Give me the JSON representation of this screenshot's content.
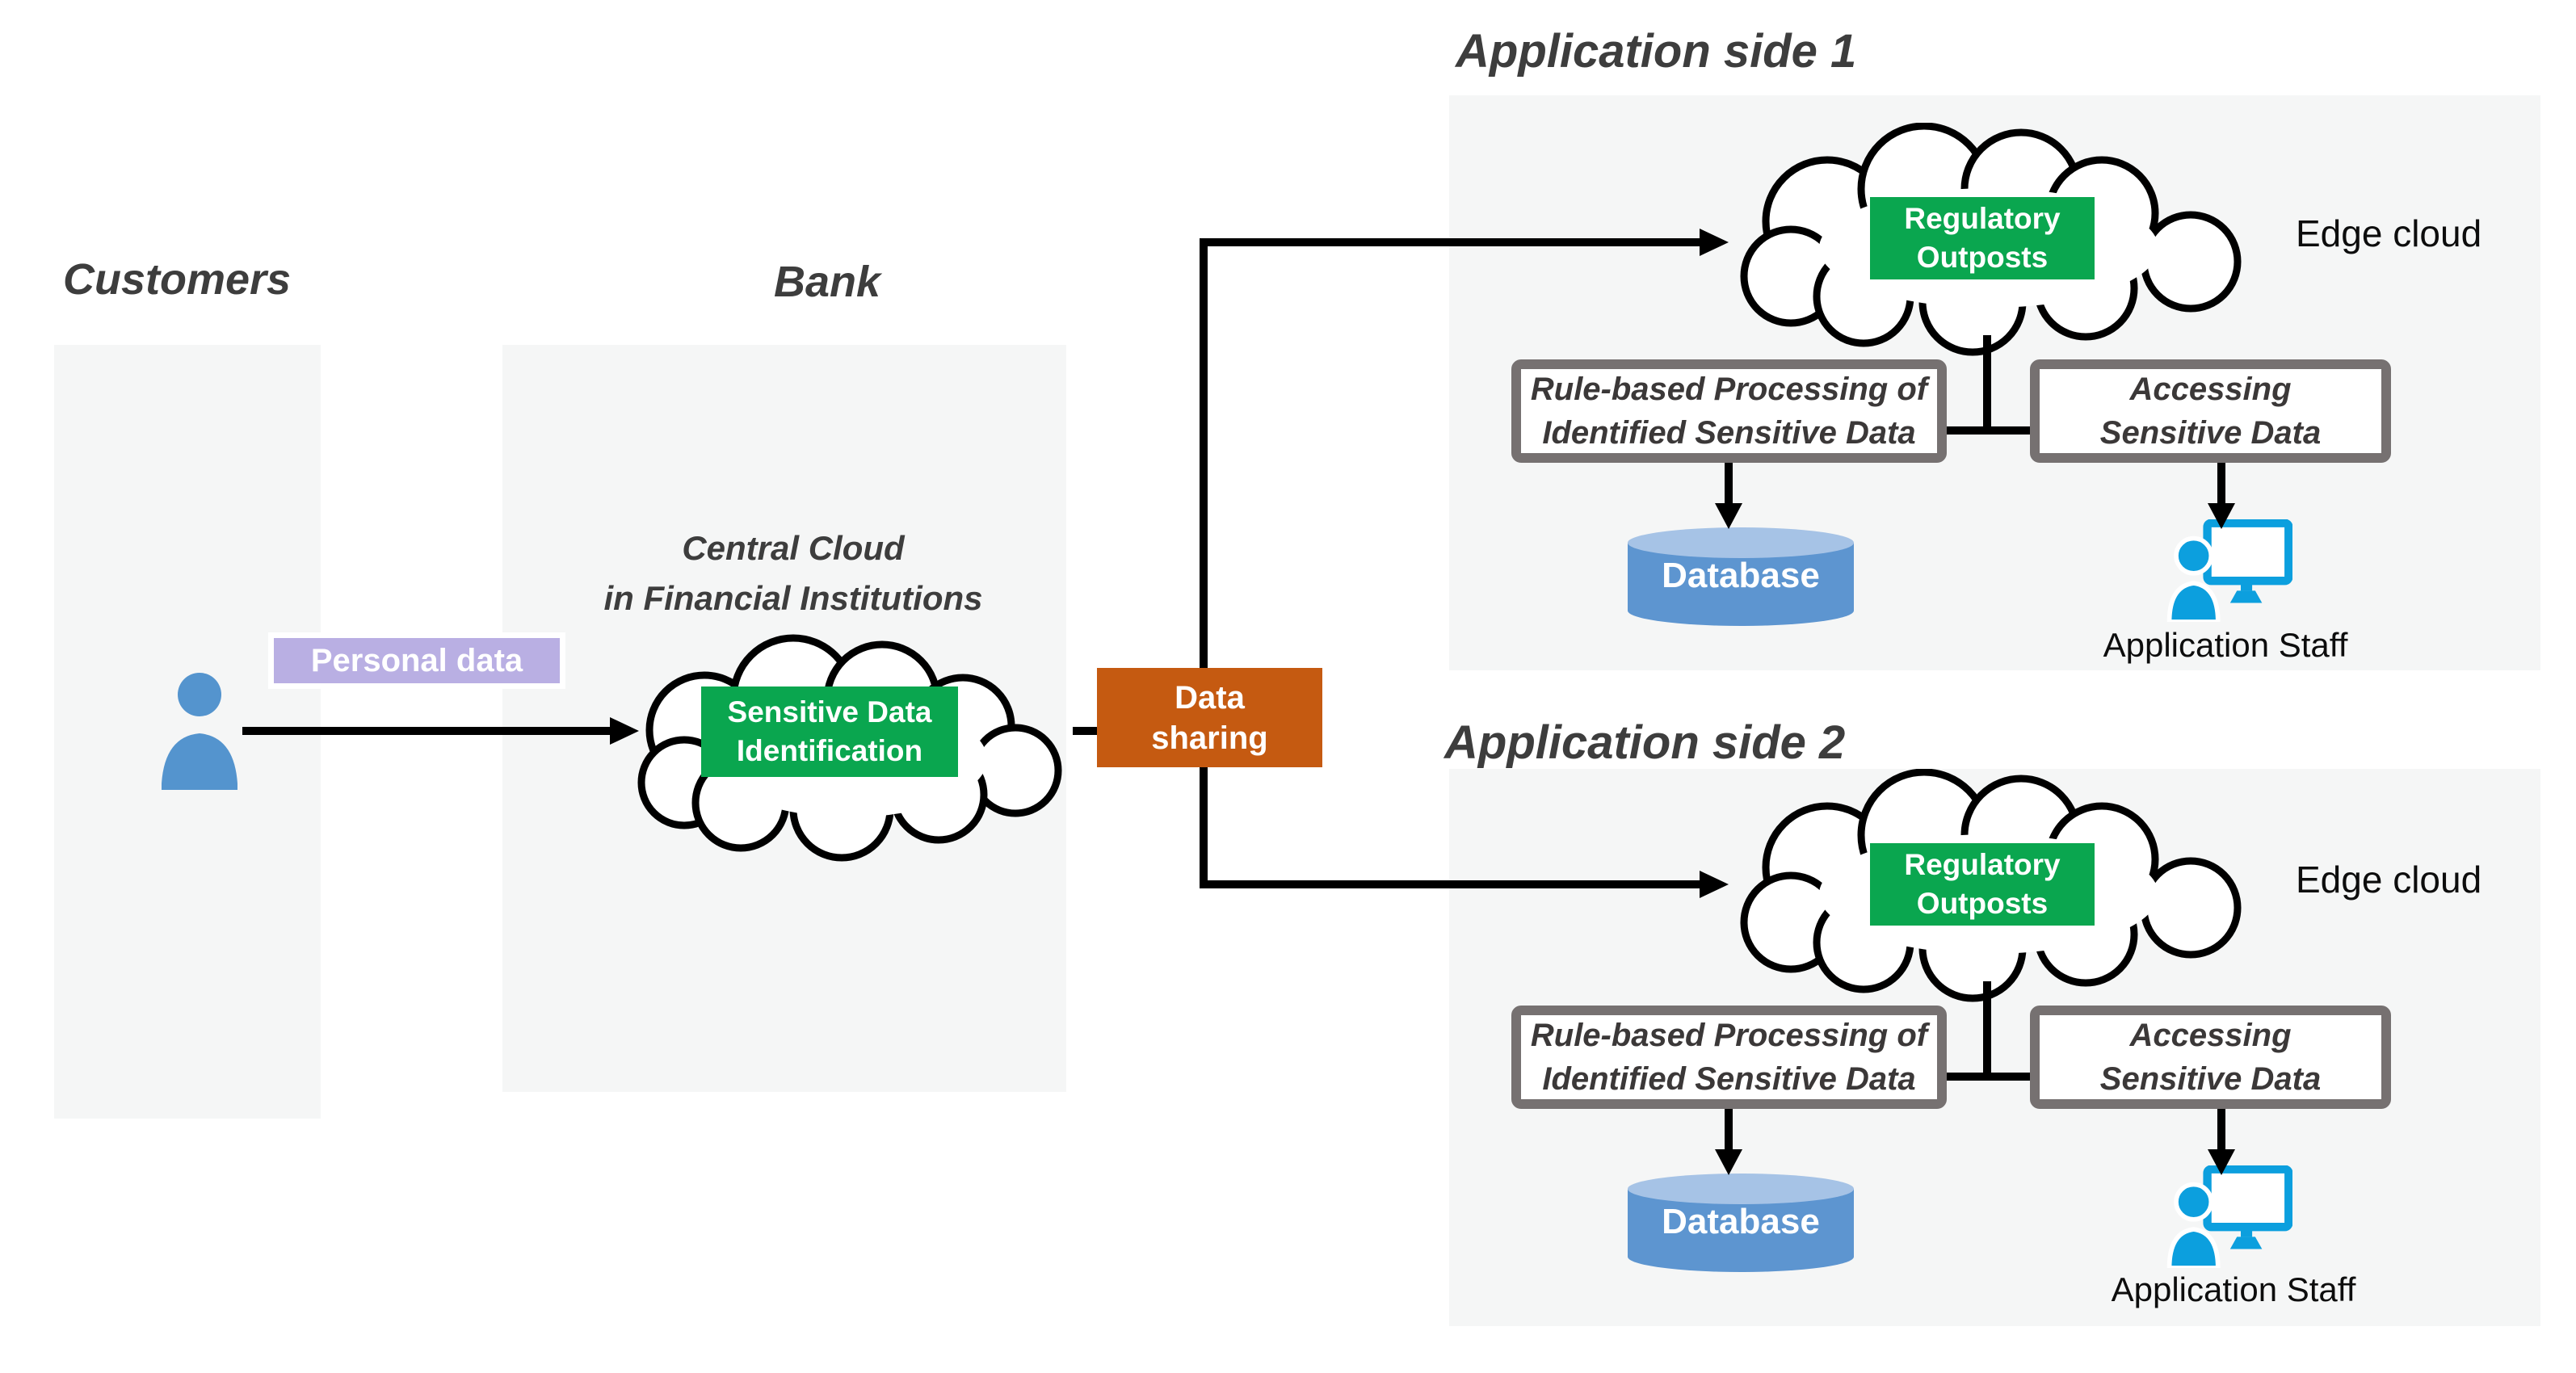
{
  "colors": {
    "green": "#0aa64f",
    "orange": "#c55a11",
    "lavender": "#b9afe3",
    "customer_blue": "#5494ce",
    "staff_blue": "#0c9fde",
    "database_body": "#5d95d0",
    "database_top": "#a6c3e6",
    "panel_gray": "#f5f6f6",
    "box_border_gray": "#767171",
    "heading_gray": "#3d3d3d"
  },
  "left": {
    "customers_title": "Customers",
    "personal_data_label": "Personal data",
    "bank_title": "Bank",
    "central_cloud_caption_line1": "Central Cloud",
    "central_cloud_caption_line2": "in Financial Institutions",
    "sensitive_box_line1": "Sensitive Data",
    "sensitive_box_line2": "Identification",
    "data_sharing_line1": "Data",
    "data_sharing_line2": "sharing"
  },
  "app_side_1": {
    "title": "Application side 1",
    "edge_cloud_label": "Edge cloud",
    "regulatory_line1": "Regulatory",
    "regulatory_line2": "Outposts",
    "rule_box_line1": "Rule-based Processing of",
    "rule_box_line2": "Identified Sensitive Data",
    "access_box_line1": "Accessing",
    "access_box_line2": "Sensitive Data",
    "database_label": "Database",
    "staff_label": "Application Staff"
  },
  "app_side_2": {
    "title": "Application side 2",
    "edge_cloud_label": "Edge cloud",
    "regulatory_line1": "Regulatory",
    "regulatory_line2": "Outposts",
    "rule_box_line1": "Rule-based Processing of",
    "rule_box_line2": "Identified Sensitive Data",
    "access_box_line1": "Accessing",
    "access_box_line2": "Sensitive Data",
    "database_label": "Database",
    "staff_label": "Application Staff"
  }
}
